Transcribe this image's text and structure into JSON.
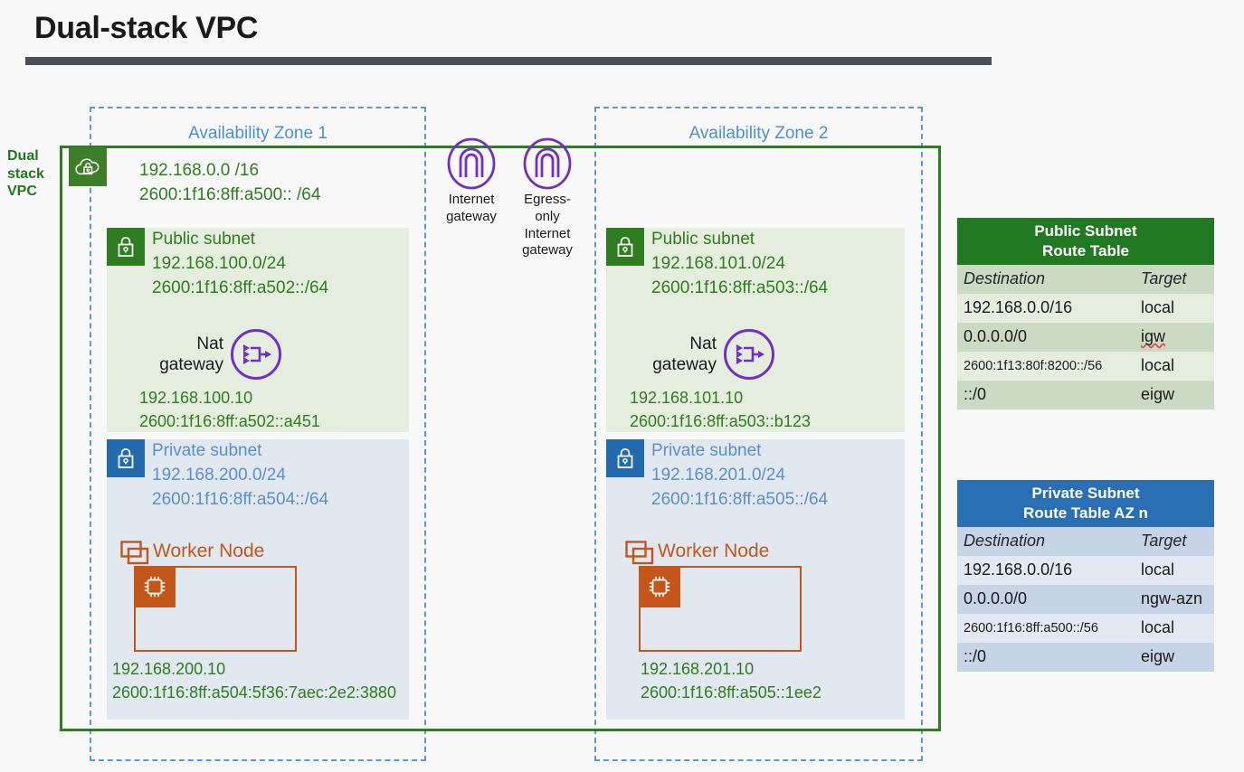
{
  "title": "Dual-stack VPC",
  "vpc": {
    "label": "Dual\nstack\nVPC",
    "label_line1": "Dual",
    "label_line2": "stack",
    "label_line3": "VPC",
    "icon": "vpc-cloud-lock-icon",
    "cidr_v4": "192.168.0.0 /16",
    "cidr_v6": "2600:1f16:8ff:a500:: /64",
    "border_color": "#2E7D1E"
  },
  "gateways": [
    {
      "name": "internet-gateway",
      "label_line1": "Internet",
      "label_line2": "gateway",
      "label_line3": "",
      "icon": "gateway-arch-icon",
      "color": "#7030C8"
    },
    {
      "name": "egress-only-internet-gateway",
      "label_line1": "Egress-only",
      "label_line2": "Internet",
      "label_line3": "gateway",
      "icon": "gateway-arch-icon",
      "color": "#7030C8"
    }
  ],
  "availability_zones": [
    {
      "title": "Availability Zone 1",
      "public_subnet": {
        "name": "Public subnet",
        "cidr_v4": "192.168.100.0/24",
        "cidr_v6": "2600:1f16:8ff:a502::/64",
        "icon": "lock-icon",
        "nat_gateway": {
          "label_line1": "Nat",
          "label_line2": "gateway",
          "icon": "nat-gateway-icon",
          "ip_v4": "192.168.100.10",
          "ip_v6": "2600:1f16:8ff:a502::a451"
        }
      },
      "private_subnet": {
        "name": "Private subnet",
        "cidr_v4": "192.168.200.0/24",
        "cidr_v6": "2600:1f16:8ff:a504::/64",
        "icon": "lock-icon",
        "worker_node": {
          "label": "Worker Node",
          "icon": "worker-node-group-icon",
          "chip_icon": "cpu-chip-icon",
          "ip_v4": "192.168.200.10",
          "ip_v6": "2600:1f16:8ff:a504:5f36:7aec:2e2:3880"
        }
      }
    },
    {
      "title": "Availability Zone 2",
      "public_subnet": {
        "name": "Public subnet",
        "cidr_v4": "192.168.101.0/24",
        "cidr_v6": "2600:1f16:8ff:a503::/64",
        "icon": "lock-icon",
        "nat_gateway": {
          "label_line1": "Nat",
          "label_line2": "gateway",
          "icon": "nat-gateway-icon",
          "ip_v4": "192.168.101.10",
          "ip_v6": "2600:1f16:8ff:a503::b123"
        }
      },
      "private_subnet": {
        "name": "Private subnet",
        "cidr_v4": "192.168.201.0/24",
        "cidr_v6": "2600:1f16:8ff:a505::/64",
        "icon": "lock-icon",
        "worker_node": {
          "label": "Worker Node",
          "icon": "worker-node-group-icon",
          "chip_icon": "cpu-chip-icon",
          "ip_v4": "192.168.201.10",
          "ip_v6": "2600:1f16:8ff:a505::1ee2"
        }
      }
    }
  ],
  "route_tables": [
    {
      "name": "public-subnet-route-table",
      "title_line1": "Public Subnet",
      "title_line2": "Route Table",
      "header_color": "#217A21",
      "columns": [
        "Destination",
        "Target"
      ],
      "rows": [
        {
          "destination": "192.168.0.0/16",
          "target": "local",
          "small": false,
          "misspelled": false
        },
        {
          "destination": "0.0.0.0/0",
          "target": "igw",
          "small": false,
          "misspelled": true
        },
        {
          "destination": "2600:1f13:80f:8200::/56",
          "target": "local",
          "small": true,
          "misspelled": false
        },
        {
          "destination": "::/0",
          "target": "eigw",
          "small": false,
          "misspelled": false
        }
      ]
    },
    {
      "name": "private-subnet-route-table",
      "title_line1": "Private Subnet",
      "title_line2": "Route Table AZ n",
      "header_color": "#2A6EB4",
      "columns": [
        "Destination",
        "Target"
      ],
      "rows": [
        {
          "destination": "192.168.0.0/16",
          "target": "local",
          "small": false,
          "misspelled": false
        },
        {
          "destination": "0.0.0.0/0",
          "target": "ngw-azn",
          "small": false,
          "misspelled": false
        },
        {
          "destination": "2600:1f16:8ff:a500::/56",
          "target": "local",
          "small": true,
          "misspelled": false
        },
        {
          "destination": "::/0",
          "target": "eigw",
          "small": false,
          "misspelled": false
        }
      ]
    }
  ],
  "colors": {
    "vpc_green": "#2E7D1E",
    "public_subnet_bg": "#E4EDDE",
    "private_subnet_bg": "#E1E8F0",
    "az_blue": "#5B9BD5",
    "gateway_purple": "#7030C8",
    "worker_orange": "#C4561A",
    "title_rule": "#4A4F57"
  }
}
